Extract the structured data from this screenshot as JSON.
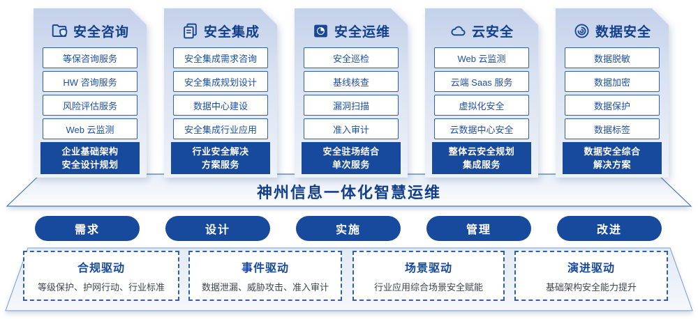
{
  "palette": {
    "primary_blue": "#17499c",
    "border_blue": "#2f60ae",
    "item_text_blue": "#1e4fa1",
    "title_blue": "#123f8c",
    "icon_blue": "#1a4796",
    "card_gradient_top": "#c3d1ea",
    "card_gradient_bottom": "#eef2f9",
    "desc_text": "#3f444d"
  },
  "columns": [
    {
      "icon": "folder-shield-icon",
      "title": "安全咨询",
      "items": [
        "等保咨询服务",
        "HW 咨询服务",
        "风险评估服务",
        "Web 云监测"
      ],
      "footer_lines": [
        "企业基础架构",
        "安全设计规划"
      ]
    },
    {
      "icon": "copy-docs-icon",
      "title": "安全集成",
      "items": [
        "安全集成需求咨询",
        "安全集成规划设计",
        "数据中心建设",
        "安全集成行业应用"
      ],
      "footer_lines": [
        "行业安全解决",
        "方案服务"
      ]
    },
    {
      "icon": "ops-clock-icon",
      "title": "安全运维",
      "items": [
        "安全巡检",
        "基线核查",
        "漏洞扫描",
        "准入审计"
      ],
      "footer_lines": [
        "安全驻场结合",
        "单次服务"
      ]
    },
    {
      "icon": "cloud-icon",
      "title": "云安全",
      "items": [
        "Web 云监测",
        "云端 Saas 服务",
        "虚拟化安全",
        "云数据中心安全"
      ],
      "footer_lines": [
        "整体云安全规划",
        "集成服务"
      ]
    },
    {
      "icon": "fingerprint-icon",
      "title": "数据安全",
      "items": [
        "数据脱敏",
        "数据加密",
        "数据保护",
        "数据标签"
      ],
      "footer_lines": [
        "数据安全综合",
        "解决方案"
      ]
    }
  ],
  "banner": {
    "title": "神州信息一体化智慧运维"
  },
  "pills": [
    "需求",
    "设计",
    "实施",
    "管理",
    "改进"
  ],
  "drivers": [
    {
      "title": "合规驱动",
      "desc": "等级保护、护网行动、行业标准"
    },
    {
      "title": "事件驱动",
      "desc": "数据泄漏、威胁攻击、准入审计"
    },
    {
      "title": "场景驱动",
      "desc": "行业应用综合场景安全赋能"
    },
    {
      "title": "演进驱动",
      "desc": "基础架构安全能力提升"
    }
  ]
}
